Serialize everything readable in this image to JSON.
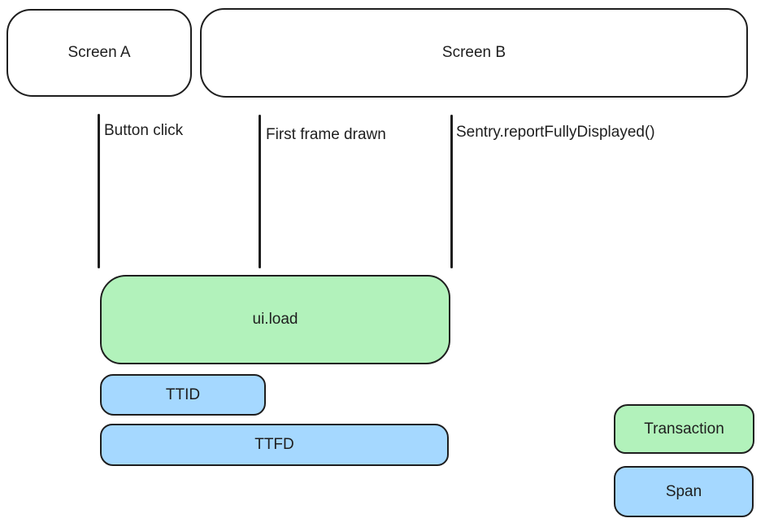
{
  "diagram": {
    "screens": [
      {
        "label": "Screen A"
      },
      {
        "label": "Screen B"
      }
    ],
    "markers": [
      {
        "label": "Button click"
      },
      {
        "label": "First frame drawn"
      },
      {
        "label": "Sentry.reportFullyDisplayed()"
      }
    ],
    "bars": [
      {
        "label": "ui.load",
        "type": "transaction"
      },
      {
        "label": "TTID",
        "type": "span"
      },
      {
        "label": "TTFD",
        "type": "span"
      }
    ],
    "legend": [
      {
        "label": "Transaction",
        "type": "transaction"
      },
      {
        "label": "Span",
        "type": "span"
      }
    ],
    "colors": {
      "transaction_fill": "#b2f2bb",
      "span_fill": "#a5d8ff",
      "stroke": "#1e1e1e",
      "background": "#ffffff"
    }
  }
}
